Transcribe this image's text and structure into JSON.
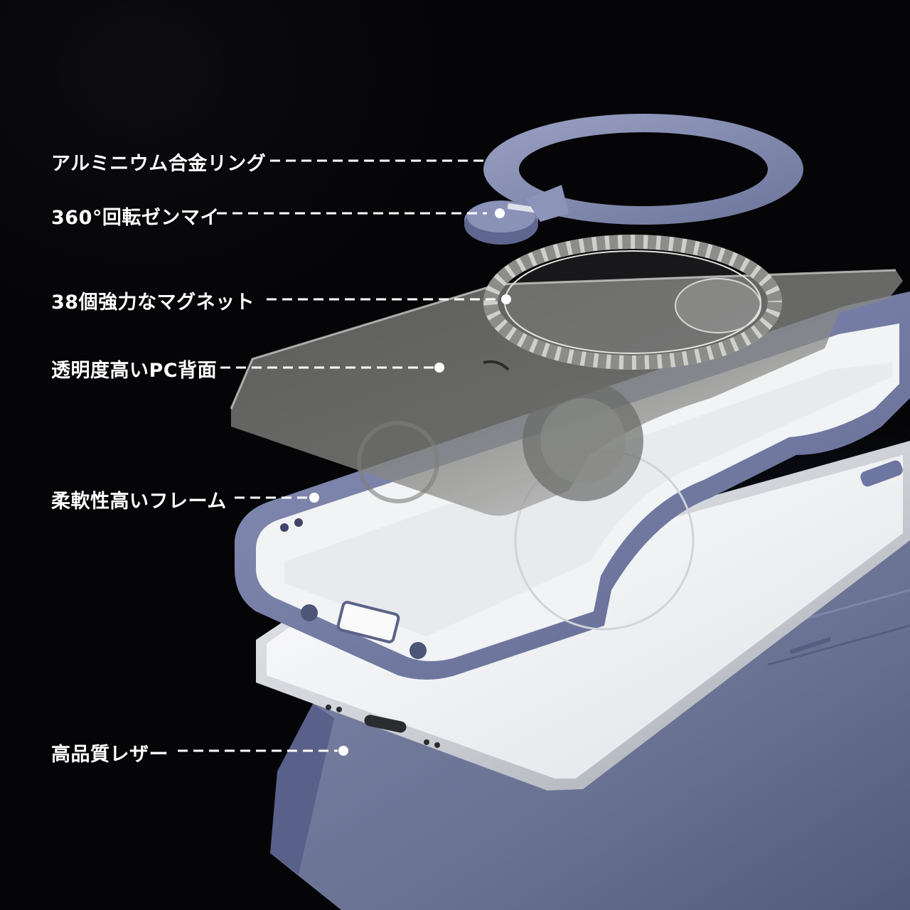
{
  "callouts": [
    {
      "id": "ring",
      "text": "アルミニウム合金リング"
    },
    {
      "id": "hinge",
      "text": "360°回転ゼンマイ"
    },
    {
      "id": "magnets",
      "text": "38個強力なマグネット"
    },
    {
      "id": "pc-back",
      "text": "透明度高いPC背面"
    },
    {
      "id": "frame",
      "text": "柔軟性高いフレーム"
    },
    {
      "id": "leather",
      "text": "高品質レザー"
    }
  ],
  "colors": {
    "background": "#050507",
    "accent_lavender_blue": "#7a82ab",
    "leather": "#6d7596",
    "label_text": "#ffffff",
    "dashed_leader": "#ffffff"
  }
}
